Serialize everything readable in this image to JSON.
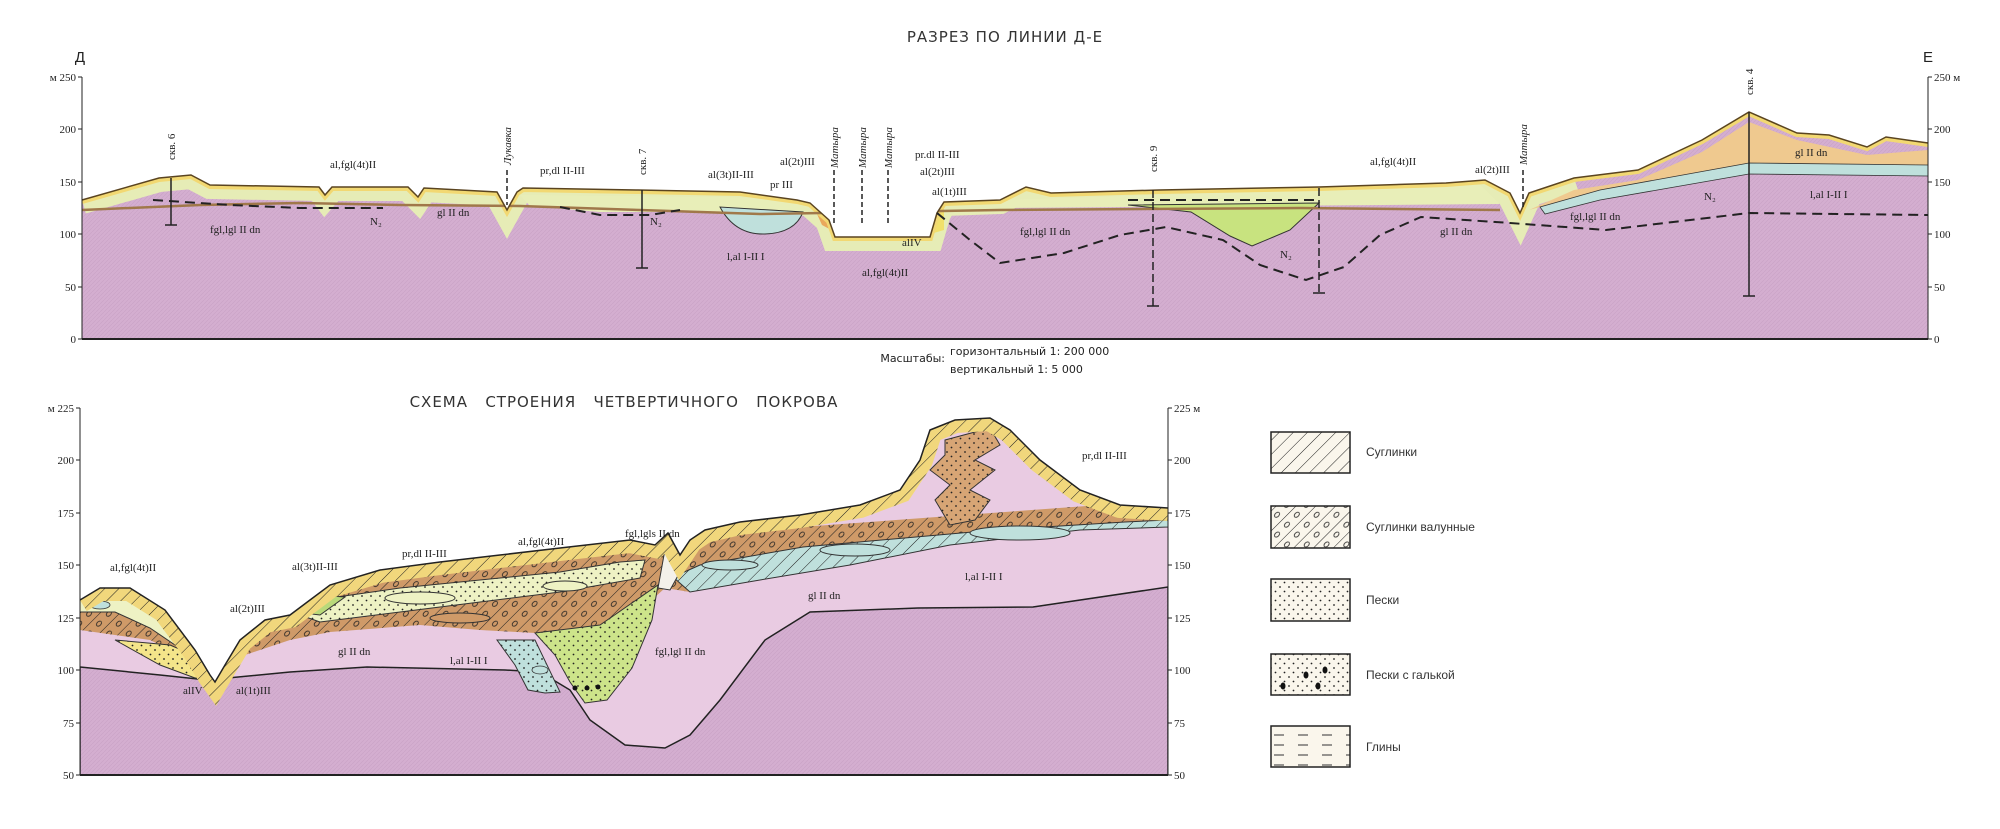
{
  "section_top": {
    "title": "РАЗРЕЗ ПО ЛИНИИ Д-Е",
    "left_end": "Д",
    "right_end": "Е",
    "y_axis_left": [
      "м 250",
      "200",
      "150",
      "100",
      "50",
      "0"
    ],
    "y_axis_right": [
      "250 м",
      "200",
      "150",
      "100",
      "50",
      "0"
    ],
    "boreholes": [
      "скв. 6",
      "скв. 7",
      "скв. 9",
      "скв. 4"
    ],
    "rivers": [
      "Лукавка",
      "Матыра",
      "Матыра",
      "Матыра",
      "Матыра"
    ],
    "labels": [
      "al,fgl(4t)II",
      "pr,dl II-III",
      "al(3t)II-III",
      "pr III",
      "al(2t)III",
      "pr.dl II-III",
      "al(2t)III",
      "al(1t)III",
      "fgl,lgl II dn",
      "N₂",
      "gl II dn",
      "N₂",
      "l,al I-II I",
      "alIV",
      "al,fgl(4t)II",
      "al,fgl(4t)II",
      "al(2t)III",
      "fgl,lgl II dn",
      "gl II dn",
      "N₂",
      "fgl,lgl II dn",
      "N₂",
      "gl II dn",
      "l,al I-II I"
    ]
  },
  "scale": {
    "label": "Масштабы:",
    "horizontal": "горизонтальный 1: 200 000",
    "vertical": "вертикальный 1: 5 000"
  },
  "section_bottom": {
    "title": "СХЕМА   СТРОЕНИЯ   ЧЕТВЕРТИЧНОГО   ПОКРОВА",
    "y_axis_left": [
      "м 225",
      "200",
      "175",
      "150",
      "125",
      "100",
      "75",
      "50"
    ],
    "y_axis_right": [
      "225 м",
      "200",
      "175",
      "150",
      "125",
      "100",
      "75",
      "50"
    ],
    "labels": [
      "al,fgl(4t)II",
      "al(3t)II-III",
      "pr,dl II-III",
      "al,fgl(4t)II",
      "fgl,lgls II dn",
      "al(2t)III",
      "gl II dn",
      "l,al I-II I",
      "fgl,lgl II dn",
      "gl II dn",
      "l,al I-II I",
      "pr,dl II-III",
      "alIV",
      "al(1t)III"
    ]
  },
  "legend": [
    {
      "label": "Суглинки"
    },
    {
      "label": "Суглинки валунные"
    },
    {
      "label": "Пески"
    },
    {
      "label": "Пески с галькой"
    },
    {
      "label": "Глины"
    }
  ],
  "colors": {
    "bedrock_pink": "#d4aed0",
    "upper_pink": "#e9cbe2",
    "yellow": "#f1d77c",
    "light_yellow_green": "#eaefbc",
    "green": "#cde48a",
    "blue": "#bfe0dc",
    "brown": "#cf9a68",
    "orange": "#efc98f"
  }
}
